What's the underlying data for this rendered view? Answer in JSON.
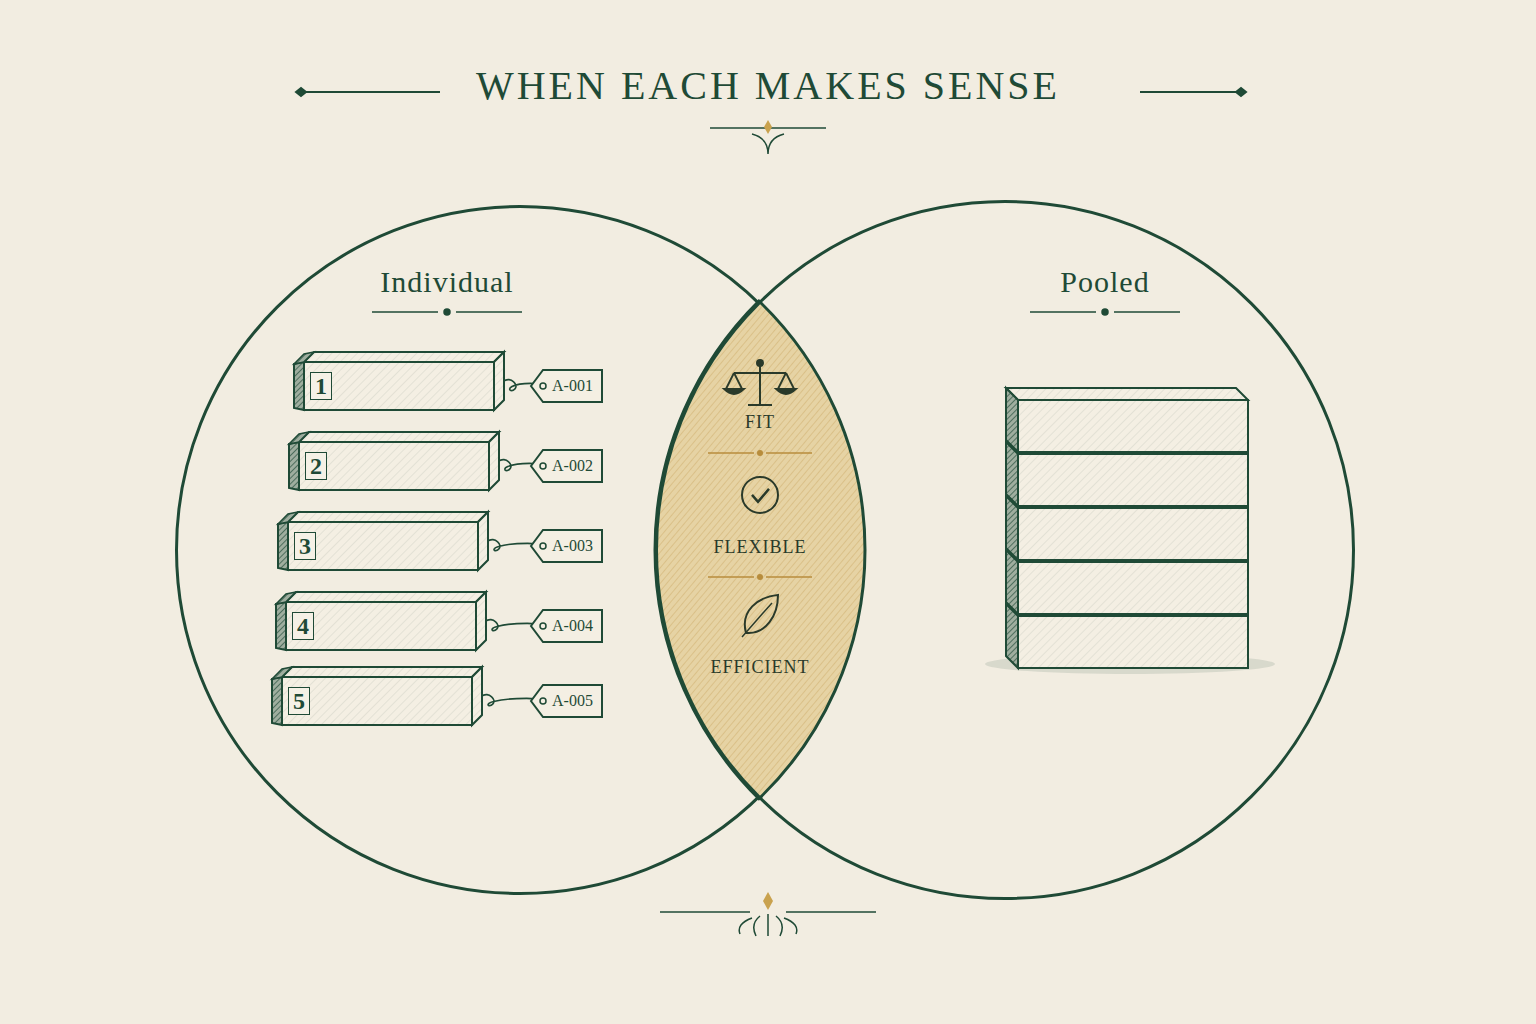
{
  "diagram": {
    "title": "WHEN EACH MAKES SENSE",
    "nodes": [
      {
        "text": [
          "Individual"
        ]
      },
      {
        "text": [
          "1"
        ],
        "in": 0
      },
      {
        "text": [
          "A-001"
        ],
        "in": 0
      },
      {
        "text": [
          "2"
        ],
        "in": 0
      },
      {
        "text": [
          "A-002"
        ],
        "in": 0
      },
      {
        "text": [
          "3"
        ],
        "in": 0
      },
      {
        "text": [
          "A-003"
        ],
        "in": 0
      },
      {
        "text": [
          "4"
        ],
        "in": 0
      },
      {
        "text": [
          "A-004"
        ],
        "in": 0
      },
      {
        "text": [
          "5"
        ],
        "in": 0
      },
      {
        "text": [
          "A-005"
        ],
        "in": 0
      },
      {
        "text": [
          "FIT",
          "FLEXIBLE",
          "EFFICIENT"
        ]
      },
      {
        "text": [
          "Pooled"
        ]
      }
    ]
  }
}
